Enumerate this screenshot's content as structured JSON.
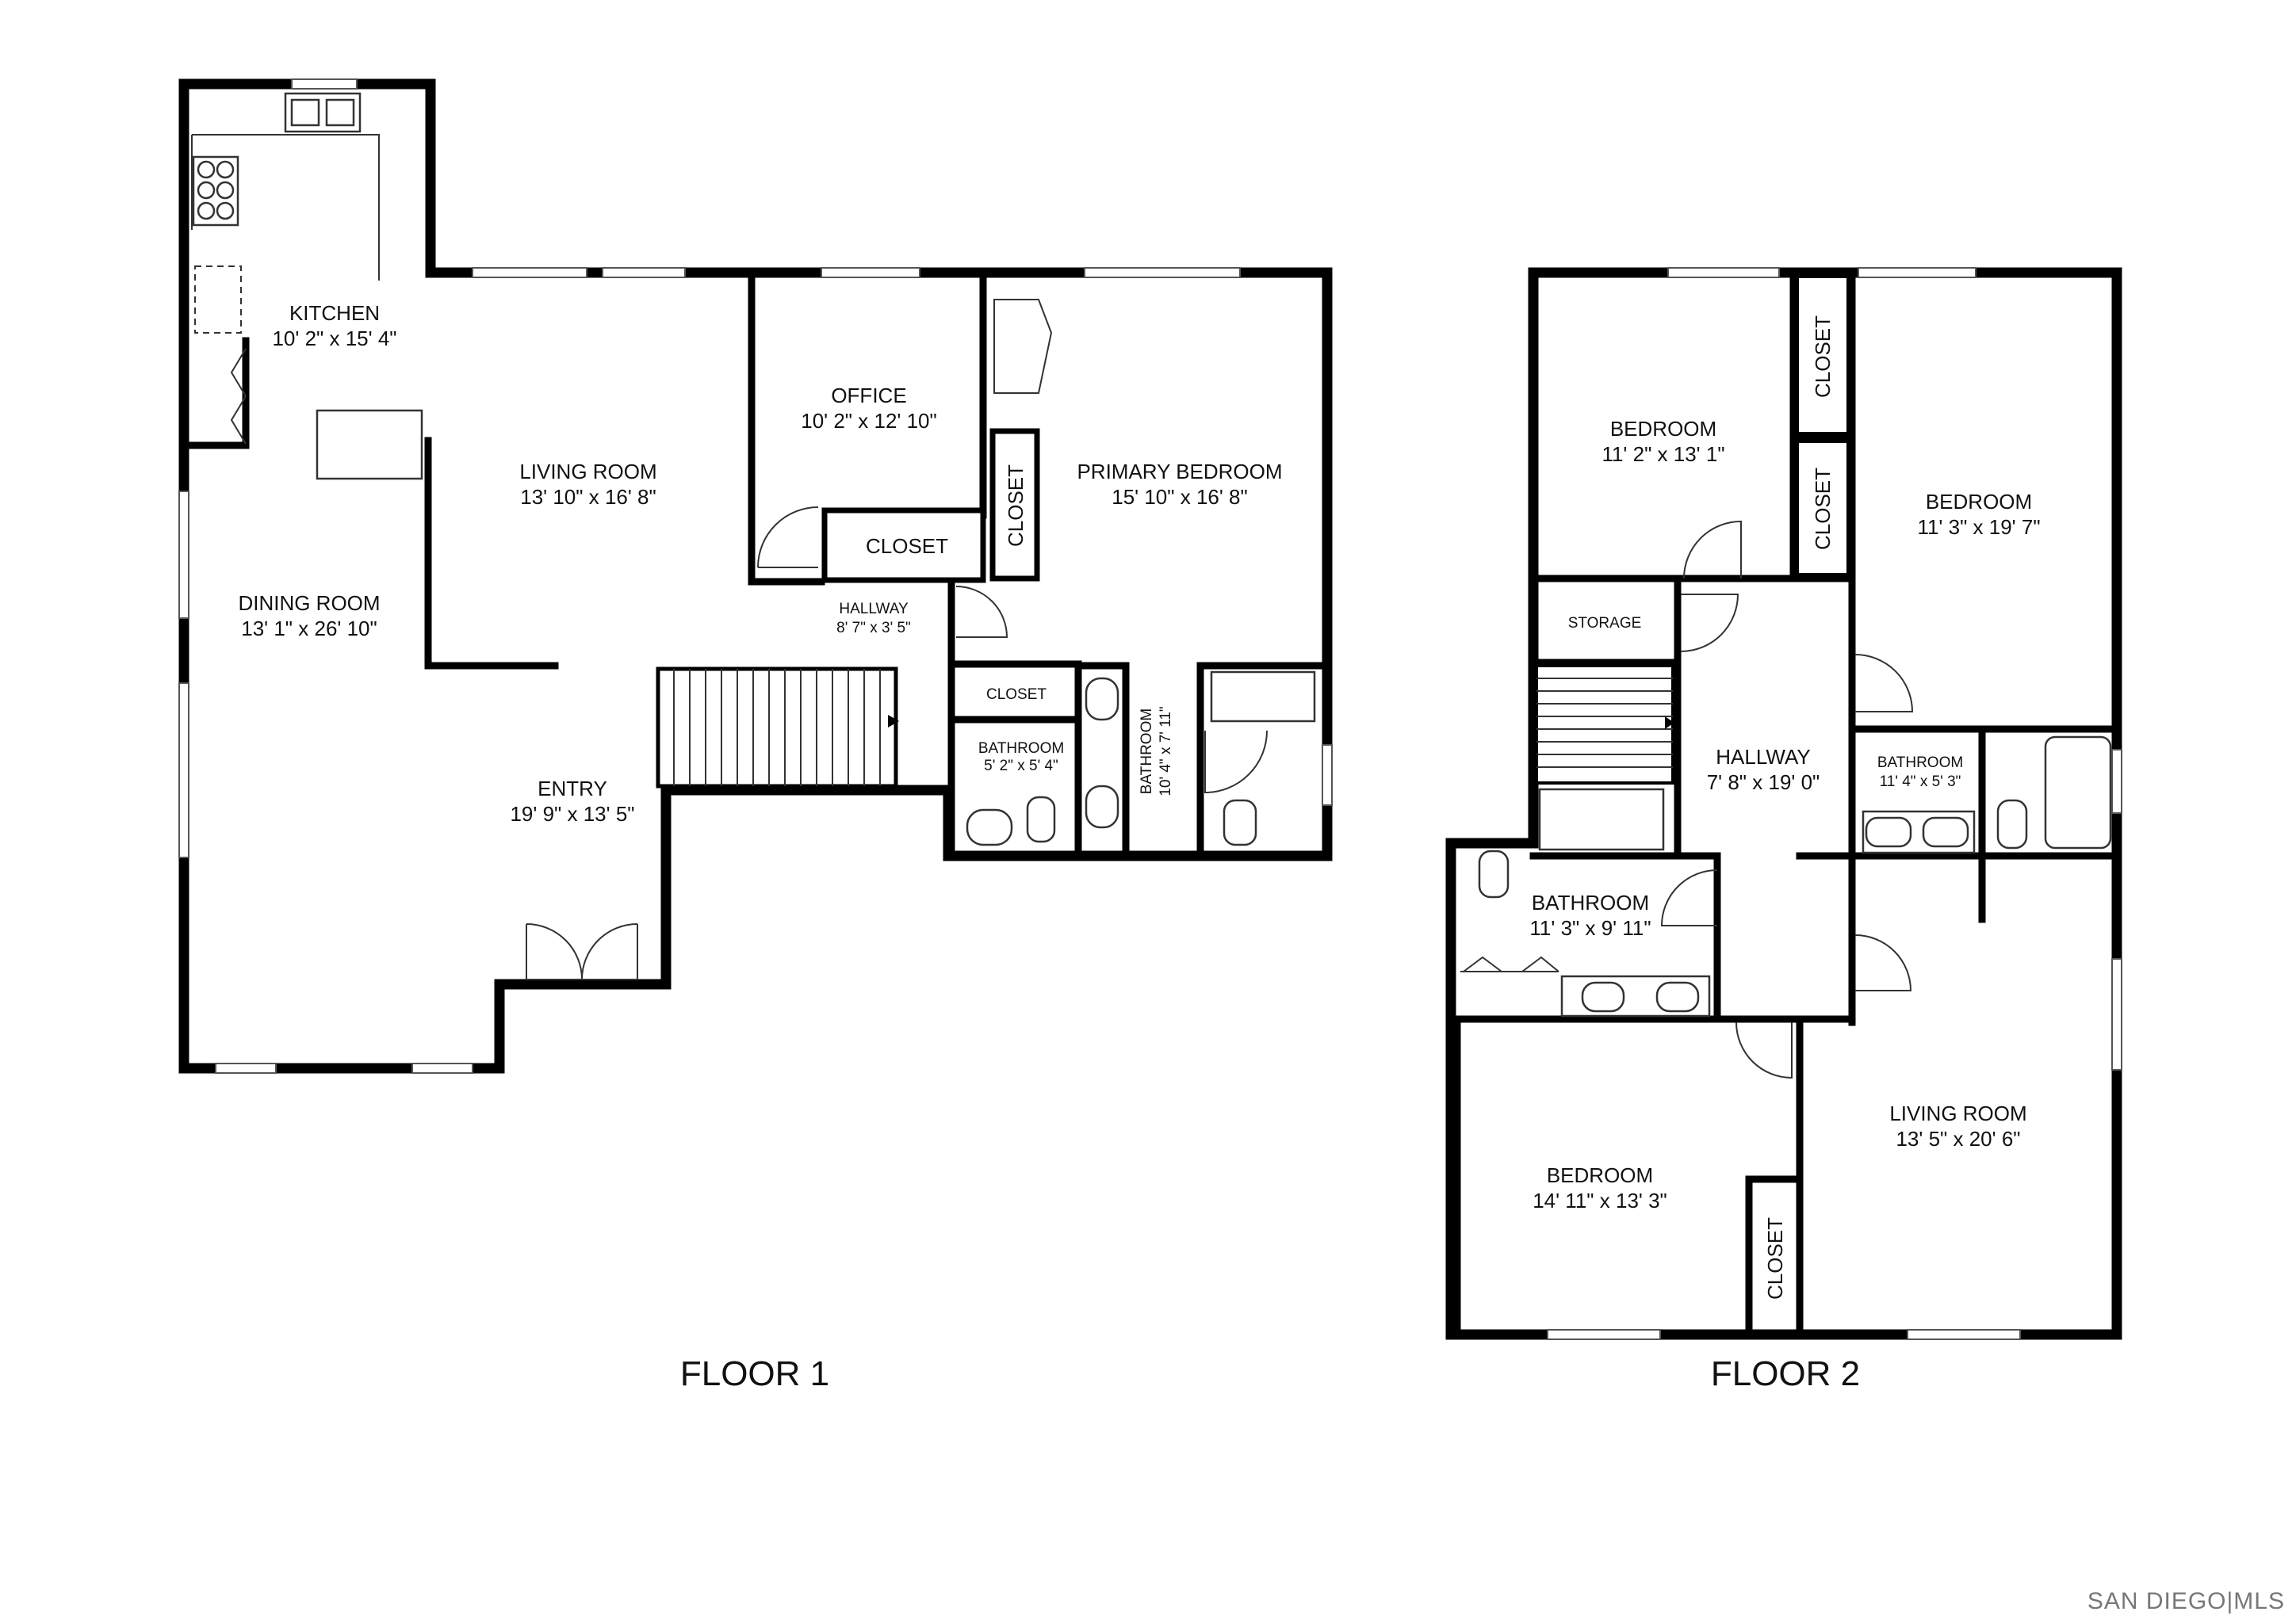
{
  "floors": [
    {
      "title": "FLOOR 1"
    },
    {
      "title": "FLOOR 2"
    }
  ],
  "floor1_rooms": {
    "kitchen": {
      "name": "KITCHEN",
      "dims": "10' 2\" x 15' 4\""
    },
    "living": {
      "name": "LIVING ROOM",
      "dims": "13' 10\" x 16' 8\""
    },
    "office": {
      "name": "OFFICE",
      "dims": "10' 2\" x 12' 10\""
    },
    "primary_bedroom": {
      "name": "PRIMARY BEDROOM",
      "dims": "15' 10\" x 16' 8\""
    },
    "dining": {
      "name": "DINING ROOM",
      "dims": "13' 1\" x 26' 10\""
    },
    "hallway": {
      "name": "HALLWAY",
      "dims": "8' 7\" x 3' 5\""
    },
    "entry": {
      "name": "ENTRY",
      "dims": "19' 9\" x 13' 5\""
    },
    "office_closet": {
      "name": "CLOSET"
    },
    "primary_closet": {
      "name": "CLOSET"
    },
    "hall_closet": {
      "name": "CLOSET"
    },
    "bath_half": {
      "name": "BATHROOM",
      "dims": "5' 2\" x 5' 4\""
    },
    "bath_primary": {
      "name": "BATHROOM",
      "dims": "10' 4\" x 7' 11\""
    }
  },
  "floor2_rooms": {
    "bedroom_nw": {
      "name": "BEDROOM",
      "dims": "11' 2\" x 13' 1\""
    },
    "closet_top": {
      "name": "CLOSET"
    },
    "closet_mid": {
      "name": "CLOSET"
    },
    "bedroom_ne": {
      "name": "BEDROOM",
      "dims": "11' 3\" x 19' 7\""
    },
    "storage": {
      "name": "STORAGE"
    },
    "hallway": {
      "name": "HALLWAY",
      "dims": "7' 8\" x 19' 0\""
    },
    "bath_small": {
      "name": "BATHROOM",
      "dims": "11' 4\" x 5' 3\""
    },
    "bath_main": {
      "name": "BATHROOM",
      "dims": "11' 3\" x 9' 11\""
    },
    "bedroom_sw": {
      "name": "BEDROOM",
      "dims": "14' 11\" x 13' 3\""
    },
    "closet_sw": {
      "name": "CLOSET"
    },
    "living": {
      "name": "LIVING ROOM",
      "dims": "13' 5\" x 20' 6\""
    }
  },
  "brand": "SAN DIEGO|MLS"
}
